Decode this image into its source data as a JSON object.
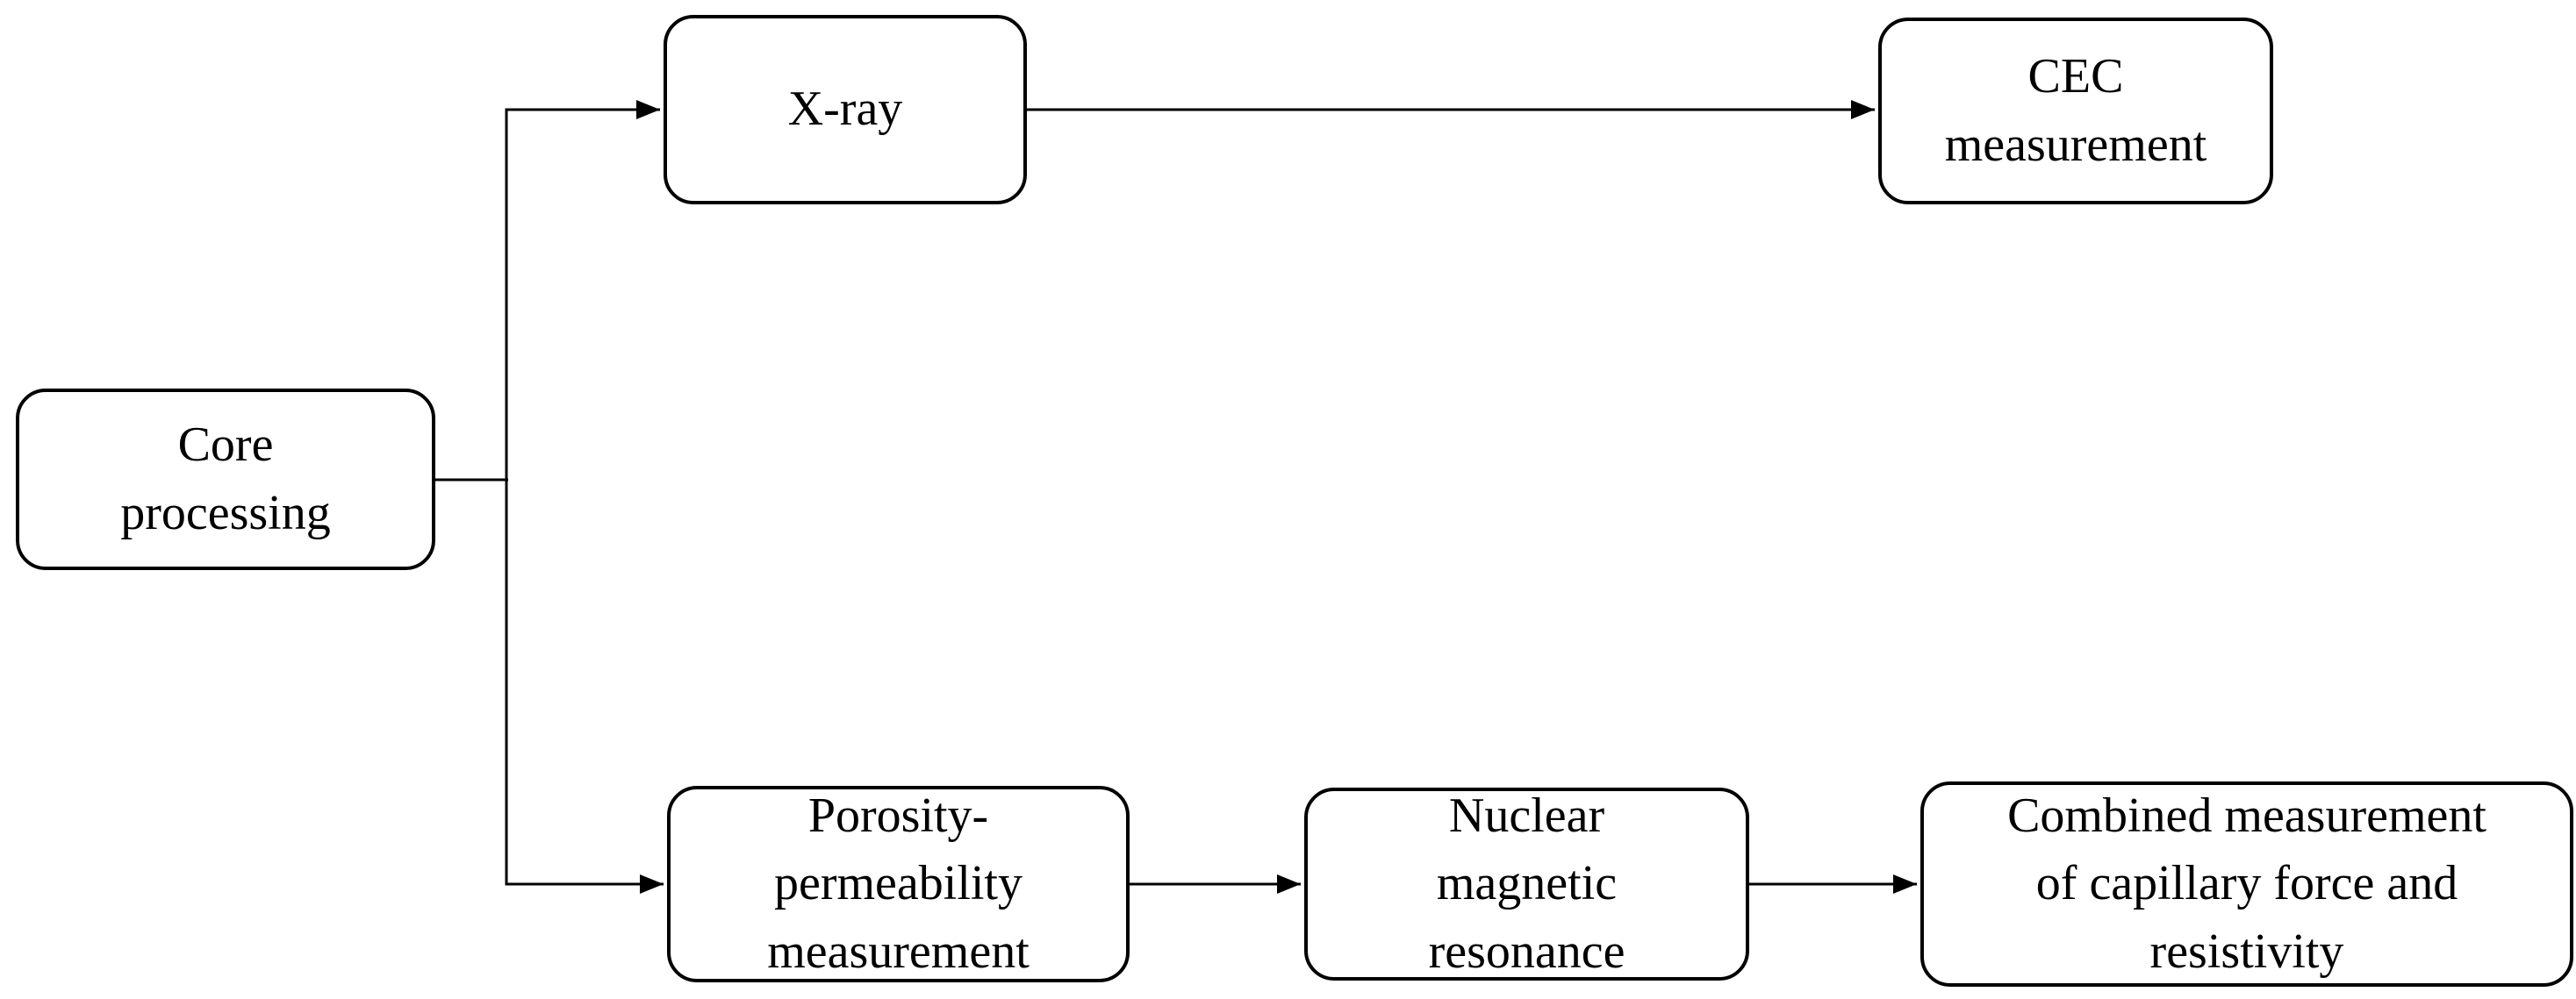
{
  "diagram": {
    "type": "flowchart",
    "background_color": "#ffffff",
    "line_color": "#000000",
    "nodes": {
      "core_processing": {
        "label": "Core\nprocessing"
      },
      "x_ray": {
        "label": "X-ray"
      },
      "cec_measurement": {
        "label": "CEC\nmeasurement"
      },
      "porosity_permeability": {
        "label": "Porosity-\npermeability\nmeasurement"
      },
      "nuclear_magnetic_resonance": {
        "label": "Nuclear\nmagnetic\nresonance"
      },
      "combined_measurement": {
        "label": "Combined measurement\nof capillary force and\nresistivity"
      }
    },
    "edges": [
      {
        "from": "core_processing",
        "to": "x_ray"
      },
      {
        "from": "core_processing",
        "to": "porosity_permeability"
      },
      {
        "from": "x_ray",
        "to": "cec_measurement"
      },
      {
        "from": "porosity_permeability",
        "to": "nuclear_magnetic_resonance"
      },
      {
        "from": "nuclear_magnetic_resonance",
        "to": "combined_measurement"
      }
    ]
  }
}
